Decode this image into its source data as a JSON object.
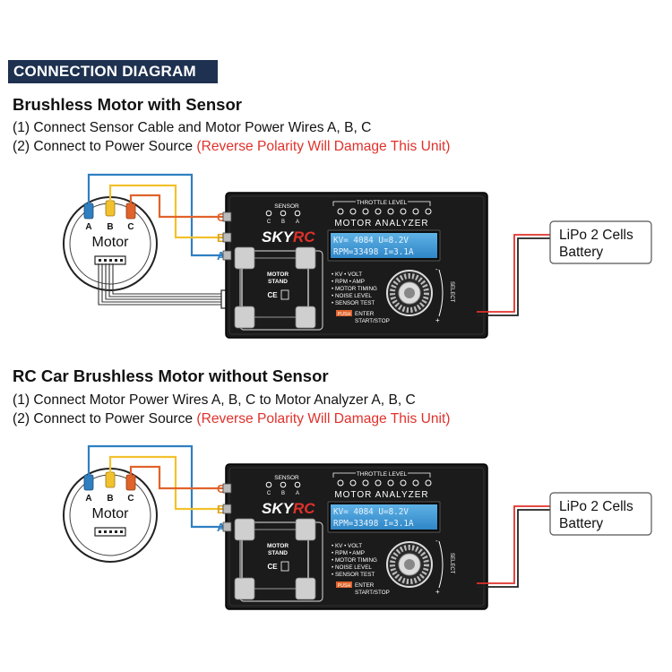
{
  "header": {
    "title": "CONNECTION DIAGRAM"
  },
  "colors": {
    "banner": "#1e3150",
    "warning": "#e0312b",
    "wireA": "#2f7fc1",
    "wireB": "#f2c12e",
    "wireC": "#e0632b",
    "lcd": "#3f9ad6"
  },
  "device": {
    "brand_sky": "SKY",
    "brand_rc": "RC",
    "name": "MOTOR ANALYZER",
    "throttle_label": "THROTTLE LEVEL",
    "sensor_label": "SENSOR",
    "sensor_pins": [
      "C",
      "B",
      "A"
    ],
    "stand_label_1": "MOTOR",
    "stand_label_2": "STAND",
    "ce_mark": "CE",
    "lcd_line1": "KV= 4084  U=8.2V",
    "lcd_line2": "RPM=33498 I=3.1A",
    "menu": [
      "• KV   • VOLT",
      "• RPM  • AMP",
      "• MOTOR TIMING",
      "• NOISE LEVEL",
      "• SENSOR TEST"
    ],
    "push": "PUSH",
    "enter": "ENTER",
    "start_stop": "START/STOP",
    "select": "SELECT",
    "minus": "-",
    "plus": "+"
  },
  "battery": {
    "line1": "LiPo 2 Cells",
    "line2": "Battery"
  },
  "motor": {
    "label": "Motor",
    "pins": [
      "A",
      "B",
      "C"
    ]
  },
  "terminals": [
    "C",
    "B",
    "A"
  ],
  "sections": [
    {
      "title": "Brushless Motor with Sensor",
      "step1": "(1) Connect Sensor Cable and Motor Power Wires A, B, C",
      "step2_prefix": "(2) Connect to Power Source ",
      "step2_warning": "(Reverse Polarity Will Damage This Unit)"
    },
    {
      "title": "RC Car Brushless Motor without Sensor",
      "step1": "(1) Connect Motor Power Wires A, B, C to Motor Analyzer A, B, C",
      "step2_prefix": "(2) Connect to Power Source ",
      "step2_warning": "(Reverse Polarity Will Damage This Unit)"
    }
  ]
}
